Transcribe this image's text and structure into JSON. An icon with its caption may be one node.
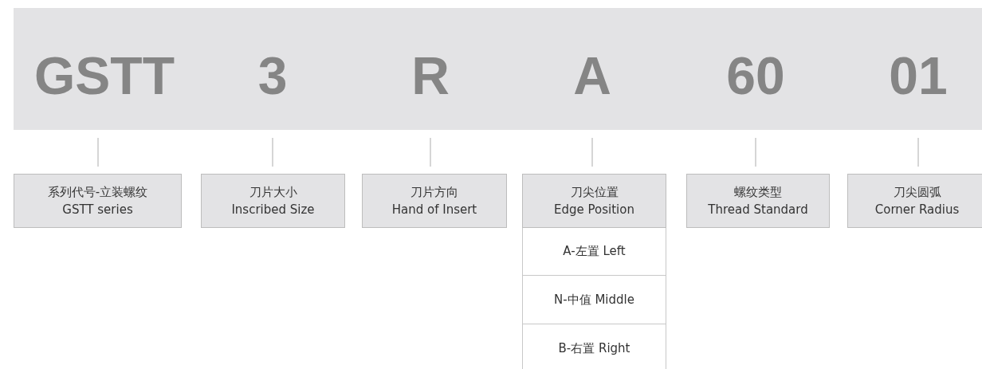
{
  "diagram": {
    "nodes": [
      {
        "text": [
          "GSTT"
        ]
      },
      {
        "text": [
          "3"
        ]
      },
      {
        "text": [
          "R"
        ]
      },
      {
        "text": [
          "A"
        ]
      },
      {
        "text": [
          "60"
        ]
      },
      {
        "text": [
          "01"
        ]
      },
      {
        "text": [
          "系列代号-立装螺纹",
          "GSTT series"
        ]
      },
      {
        "text": [
          "刀片大小",
          "Inscribed Size"
        ]
      },
      {
        "text": [
          "刀片方向",
          "Hand of Insert"
        ]
      },
      {
        "text": [
          "刀尖位置",
          "Edge Position"
        ]
      },
      {
        "text": [
          "螺纹类型",
          "Thread Standard"
        ]
      },
      {
        "text": [
          "刀尖圆弧",
          "Corner Radius"
        ]
      },
      {
        "text": [
          "A-左置 Left"
        ]
      },
      {
        "text": [
          "N-中值 Middle"
        ]
      },
      {
        "text": [
          "B-右置 Right"
        ]
      }
    ],
    "edges": [
      {
        "from": 0,
        "to": 6,
        "arrow": "none"
      },
      {
        "from": 1,
        "to": 7,
        "arrow": "none"
      },
      {
        "from": 2,
        "to": 8,
        "arrow": "none"
      },
      {
        "from": 3,
        "to": 9,
        "arrow": "none"
      },
      {
        "from": 4,
        "to": 10,
        "arrow": "none"
      },
      {
        "from": 5,
        "to": 11,
        "arrow": "none"
      }
    ]
  }
}
